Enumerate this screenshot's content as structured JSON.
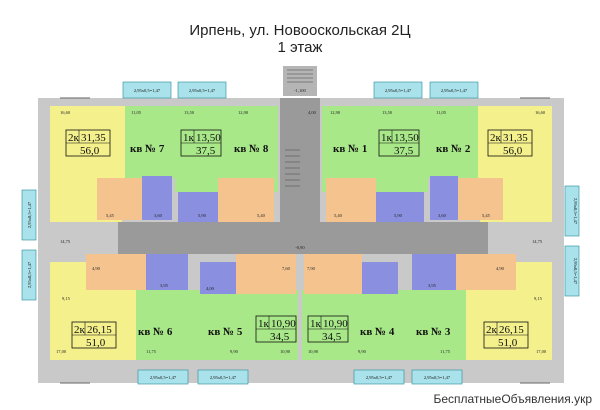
{
  "header": {
    "title": "Ирпень, ул. Новооскольская 2Ц",
    "floor": "1 этаж"
  },
  "stair_mark": "-1,100",
  "corridor_level": "-0,90",
  "balcony_labels": {
    "top": [
      "2,95х0,5=1,47",
      "2,95х0,5=1,47",
      "2,95х0,5=1,47",
      "2,95х0,5=1,47"
    ],
    "bottom": [
      "2,95х0,5=1,47",
      "2,95х0,5=1,47",
      "2,95х0,5=1,47",
      "2,95х0,5=1,47"
    ],
    "side": [
      "2,95х0,5=1,47",
      "2,95х0,5=1,47",
      "2,95х0,5=1,47",
      "2,95х0,5=1,47"
    ]
  },
  "apartments": [
    {
      "id": "kv7",
      "label": "кв № 7",
      "rooms": "2к",
      "living": "31,35",
      "total": "56,0"
    },
    {
      "id": "kv8",
      "label": "кв № 8",
      "rooms": "1к",
      "living": "13,50",
      "total": "37,5"
    },
    {
      "id": "kv1",
      "label": "кв № 1",
      "rooms": "1к",
      "living": "13,50",
      "total": "37,5"
    },
    {
      "id": "kv2",
      "label": "кв № 2",
      "rooms": "2к",
      "living": "31,35",
      "total": "56,0"
    },
    {
      "id": "kv6",
      "label": "кв № 6",
      "rooms": "2к",
      "living": "26,15",
      "total": "51,0"
    },
    {
      "id": "kv5",
      "label": "кв № 5",
      "rooms": "1к",
      "living": "10,90",
      "total": "34,5"
    },
    {
      "id": "kv4",
      "label": "кв № 4",
      "rooms": "1к",
      "living": "10,90",
      "total": "34,5"
    },
    {
      "id": "kv3",
      "label": "кв № 3",
      "rooms": "2к",
      "living": "26,15",
      "total": "51,0"
    }
  ],
  "room_areas": {
    "a": "16,60",
    "b": "11,05",
    "c": "13,50",
    "d": "12,90",
    "e": "4,00",
    "f": "14,75",
    "g": "5,45",
    "h": "3,60",
    "i": "5,90",
    "j": "5,40",
    "k": "9,15",
    "l": "4,90",
    "m": "3,95",
    "n": "4,00",
    "o": "7,60",
    "p": "17,00",
    "q": "11,75",
    "r": "9,90",
    "s": "10,90",
    "t": "7,90"
  },
  "watermark": "БесплатныеОбъявления.укр",
  "colors": {
    "yellow": "#f4f08c",
    "green": "#a8e889",
    "blue": "#8a8fe0",
    "orange": "#f5c48e",
    "corridor": "#9a9a9a",
    "balcony": "#a9e2ea",
    "wall": "#c9c9c9"
  }
}
